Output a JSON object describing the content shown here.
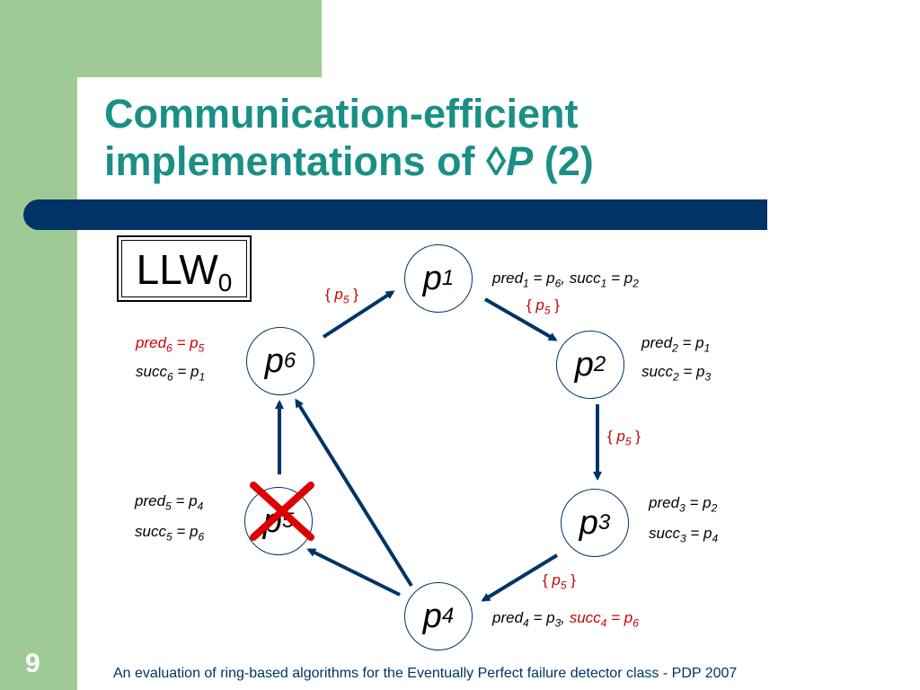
{
  "slide": {
    "title_line1": "Communication-efficient",
    "title_line2_prefix": "implementations of ◊",
    "title_line2_italic": "P",
    "title_line2_suffix": " (2)",
    "page_number": "9",
    "footer": "An evaluation of ring-based algorithms for the Eventually Perfect failure detector class - PDP 2007"
  },
  "algorithm": {
    "name": "LLW",
    "subscript": "0"
  },
  "nodes": [
    {
      "letter": "p",
      "index": "1"
    },
    {
      "letter": "p",
      "index": "2"
    },
    {
      "letter": "p",
      "index": "3"
    },
    {
      "letter": "p",
      "index": "4"
    },
    {
      "letter": "p",
      "index": "5"
    },
    {
      "letter": "p",
      "index": "6"
    }
  ],
  "labels": {
    "p1": {
      "pred_name": "pred",
      "pred_idx": "1",
      "pred_val": "p",
      "pred_val_idx": "6",
      "succ_name": "succ",
      "succ_idx": "1",
      "succ_val": "p",
      "succ_val_idx": "2"
    },
    "p2": {
      "pred_name": "pred",
      "pred_idx": "2",
      "pred_val": "p",
      "pred_val_idx": "1",
      "succ_name": "succ",
      "succ_idx": "2",
      "succ_val": "p",
      "succ_val_idx": "3"
    },
    "p3": {
      "pred_name": "pred",
      "pred_idx": "3",
      "pred_val": "p",
      "pred_val_idx": "2",
      "succ_name": "succ",
      "succ_idx": "3",
      "succ_val": "p",
      "succ_val_idx": "4"
    },
    "p4": {
      "pred_name": "pred",
      "pred_idx": "4",
      "pred_val": "p",
      "pred_val_idx": "3",
      "succ_name": "succ",
      "succ_idx": "4",
      "succ_val": "p",
      "succ_val_idx": "6"
    },
    "p5": {
      "pred_name": "pred",
      "pred_idx": "5",
      "pred_val": "p",
      "pred_val_idx": "4",
      "succ_name": "succ",
      "succ_idx": "5",
      "succ_val": "p",
      "succ_val_idx": "6"
    },
    "p6": {
      "pred_name": "pred",
      "pred_idx": "6",
      "pred_val": "p",
      "pred_val_idx": "5",
      "succ_name": "succ",
      "succ_idx": "6",
      "succ_val": "p",
      "succ_val_idx": "1"
    }
  },
  "messages": [
    {
      "open": "{ ",
      "letter": "p",
      "index": "5",
      "close": " }"
    },
    {
      "open": "{ ",
      "letter": "p",
      "index": "5",
      "close": " }"
    },
    {
      "open": "{ ",
      "letter": "p",
      "index": "5",
      "close": " }"
    },
    {
      "open": "{ ",
      "letter": "p",
      "index": "5",
      "close": " }"
    }
  ],
  "colors": {
    "accent": "#1a8f86",
    "bar": "#003366",
    "highlight": "#cc0000",
    "sidebar": "#9ecb95",
    "failure_mark": "#dd0000"
  },
  "icons": {
    "failure": "red-x-mark-icon"
  }
}
